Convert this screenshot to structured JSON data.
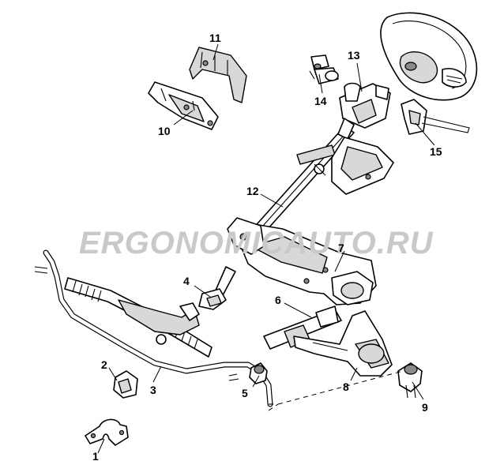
{
  "watermark": "ERGONOMICAUTO.RU",
  "callouts": [
    {
      "id": "1",
      "label": "1"
    },
    {
      "id": "2",
      "label": "2"
    },
    {
      "id": "3",
      "label": "3"
    },
    {
      "id": "4",
      "label": "4"
    },
    {
      "id": "5",
      "label": "5"
    },
    {
      "id": "6",
      "label": "6"
    },
    {
      "id": "7",
      "label": "7"
    },
    {
      "id": "8",
      "label": "8"
    },
    {
      "id": "9",
      "label": "9"
    },
    {
      "id": "10",
      "label": "10"
    },
    {
      "id": "11",
      "label": "11"
    },
    {
      "id": "12",
      "label": "12"
    },
    {
      "id": "13",
      "label": "13"
    },
    {
      "id": "14",
      "label": "14"
    },
    {
      "id": "15",
      "label": "15"
    }
  ]
}
